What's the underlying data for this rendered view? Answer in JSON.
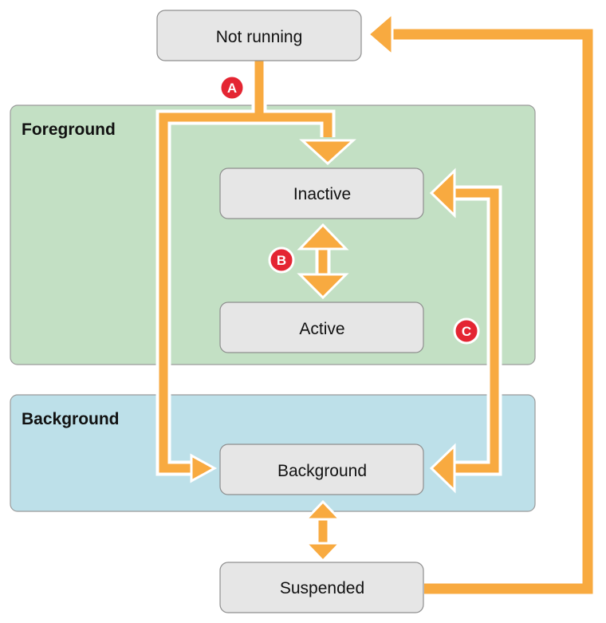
{
  "regions": {
    "foreground": {
      "label": "Foreground",
      "fill": "#c3e0c4"
    },
    "background": {
      "label": "Background",
      "fill": "#bde0e9"
    }
  },
  "states": {
    "not_running": "Not running",
    "inactive": "Inactive",
    "active": "Active",
    "background": "Background",
    "suspended": "Suspended"
  },
  "badges": {
    "a": "A",
    "b": "B",
    "c": "C"
  },
  "colors": {
    "arrow": "#f8aa40",
    "badge": "#e42532",
    "state_fill": "#e6e6e6",
    "border": "#8e8e8e"
  }
}
